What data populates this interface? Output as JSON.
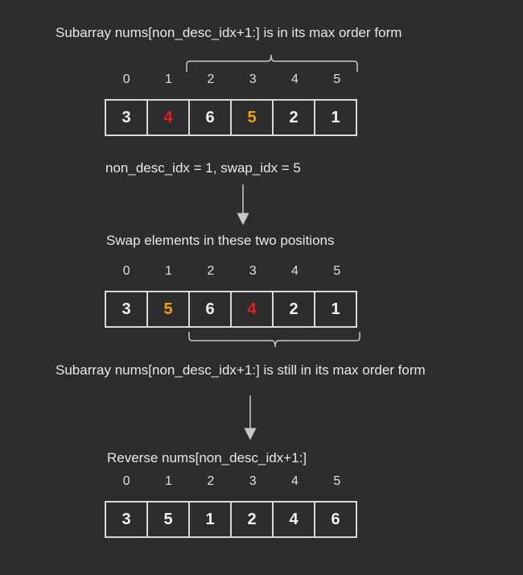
{
  "colors": {
    "normal": "#f2f2f2",
    "red": "#e02020",
    "orange": "#f0a500"
  },
  "indices": [
    "0",
    "1",
    "2",
    "3",
    "4",
    "5"
  ],
  "step1": {
    "caption": "Subarray nums[non_desc_idx+1:] is in its max order form",
    "cells": [
      {
        "value": "3",
        "color": "normal"
      },
      {
        "value": "4",
        "color": "red"
      },
      {
        "value": "6",
        "color": "normal"
      },
      {
        "value": "5",
        "color": "orange"
      },
      {
        "value": "2",
        "color": "normal"
      },
      {
        "value": "1",
        "color": "normal"
      }
    ],
    "note": "non_desc_idx = 1, swap_idx = 5"
  },
  "step2": {
    "caption": "Swap elements in these two positions",
    "cells": [
      {
        "value": "3",
        "color": "normal"
      },
      {
        "value": "5",
        "color": "orange"
      },
      {
        "value": "6",
        "color": "normal"
      },
      {
        "value": "4",
        "color": "red"
      },
      {
        "value": "2",
        "color": "normal"
      },
      {
        "value": "1",
        "color": "normal"
      }
    ],
    "note": "Subarray nums[non_desc_idx+1:] is still in its max order form"
  },
  "step3": {
    "caption": "Reverse nums[non_desc_idx+1:]",
    "cells": [
      {
        "value": "3",
        "color": "normal"
      },
      {
        "value": "5",
        "color": "normal"
      },
      {
        "value": "1",
        "color": "normal"
      },
      {
        "value": "2",
        "color": "normal"
      },
      {
        "value": "4",
        "color": "normal"
      },
      {
        "value": "6",
        "color": "normal"
      }
    ]
  }
}
